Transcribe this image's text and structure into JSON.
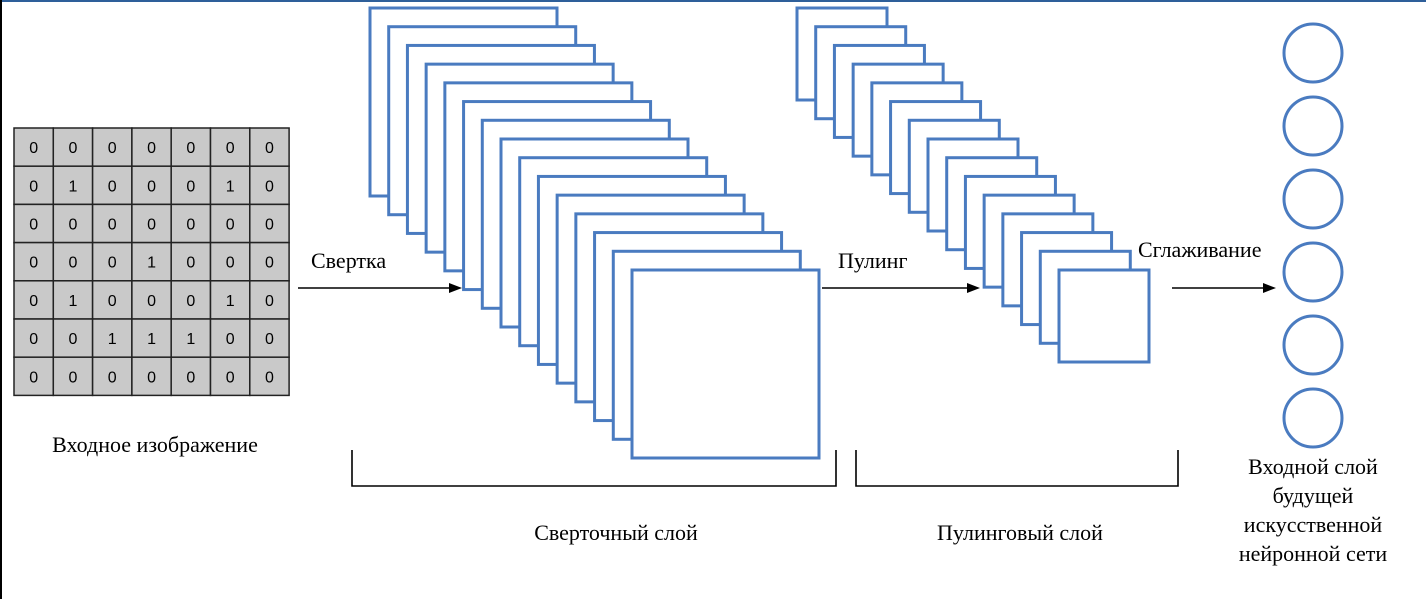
{
  "colors": {
    "accent": "#4a7bc0",
    "cell_fill": "#c9c9c9",
    "top_rule": "#2e5f9a"
  },
  "input": {
    "label": "Входное изображение",
    "matrix": [
      [
        0,
        0,
        0,
        0,
        0,
        0,
        0
      ],
      [
        0,
        1,
        0,
        0,
        0,
        1,
        0
      ],
      [
        0,
        0,
        0,
        0,
        0,
        0,
        0
      ],
      [
        0,
        0,
        0,
        1,
        0,
        0,
        0
      ],
      [
        0,
        1,
        0,
        0,
        0,
        1,
        0
      ],
      [
        0,
        0,
        1,
        1,
        1,
        0,
        0
      ],
      [
        0,
        0,
        0,
        0,
        0,
        0,
        0
      ]
    ]
  },
  "steps": {
    "convolution": "Свертка",
    "pooling": "Пулинг",
    "flattening": "Сглаживание"
  },
  "layers": {
    "conv_label": "Сверточный слой",
    "pool_label": "Пулинговый слой",
    "output_label_lines": [
      "Входной слой",
      "будущей",
      "искусственной",
      "нейронной сети"
    ]
  },
  "conv_map_count": 15,
  "pool_map_count": 15,
  "neuron_count": 6
}
